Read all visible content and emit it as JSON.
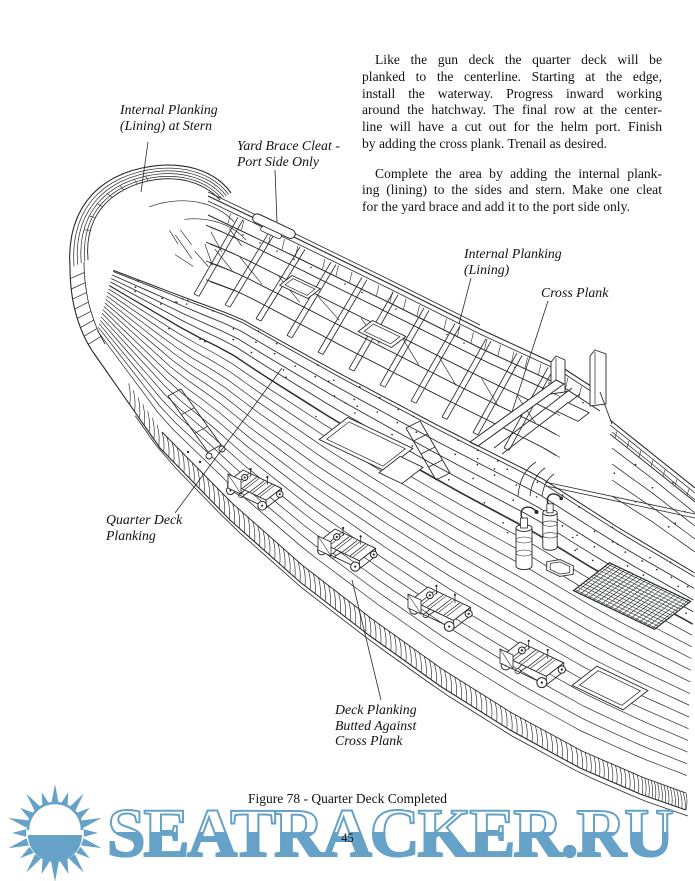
{
  "article": {
    "paragraphs": [
      {
        "lines": [
          "Like the gun deck the quarter deck will be",
          "planked to the centerline. Starting at the edge,",
          "install the waterway. Progress inward working",
          "around the hatchway. The final row at the center-",
          "line will have a cut out for the helm port. Finish",
          "by adding the cross plank. Trenail as desired."
        ]
      },
      {
        "lines": [
          "Complete the area by adding the internal plank-",
          "ing (lining) to the sides and stern. Make one cleat",
          "for the yard brace and add it to the port side only."
        ]
      }
    ]
  },
  "figure": {
    "labels": [
      {
        "id": "internal-planking-stern",
        "lines": [
          "Internal Planking",
          "(Lining) at Stern"
        ]
      },
      {
        "id": "yard-brace-cleat",
        "lines": [
          "Yard Brace Cleat -",
          "Port Side Only"
        ]
      },
      {
        "id": "internal-planking",
        "lines": [
          "Internal Planking",
          "(Lining)"
        ]
      },
      {
        "id": "cross-plank",
        "lines": [
          "Cross Plank"
        ]
      },
      {
        "id": "quarter-deck-planking",
        "lines": [
          "Quarter Deck",
          "Planking"
        ]
      },
      {
        "id": "deck-planking-butted",
        "lines": [
          "Deck Planking",
          "Butted Against",
          "Cross Plank"
        ]
      }
    ],
    "caption": "Figure 78 - Quarter Deck Completed"
  },
  "page_number": "45",
  "watermark": {
    "text": "SEATRACKER.RU",
    "icon": "sun-icon",
    "color": "#66a2c8"
  }
}
